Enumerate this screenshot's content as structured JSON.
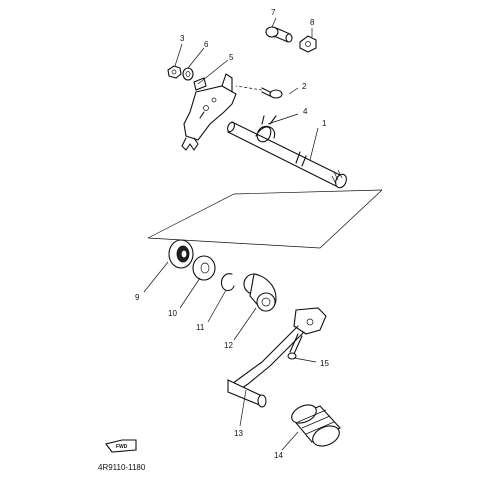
{
  "diagram": {
    "callouts": [
      "1",
      "2",
      "3",
      "4",
      "5",
      "6",
      "7",
      "8",
      "9",
      "10",
      "11",
      "12",
      "13",
      "14",
      "15"
    ],
    "drawing_code": "4R9110-1180",
    "direction_badge": "FWD"
  }
}
